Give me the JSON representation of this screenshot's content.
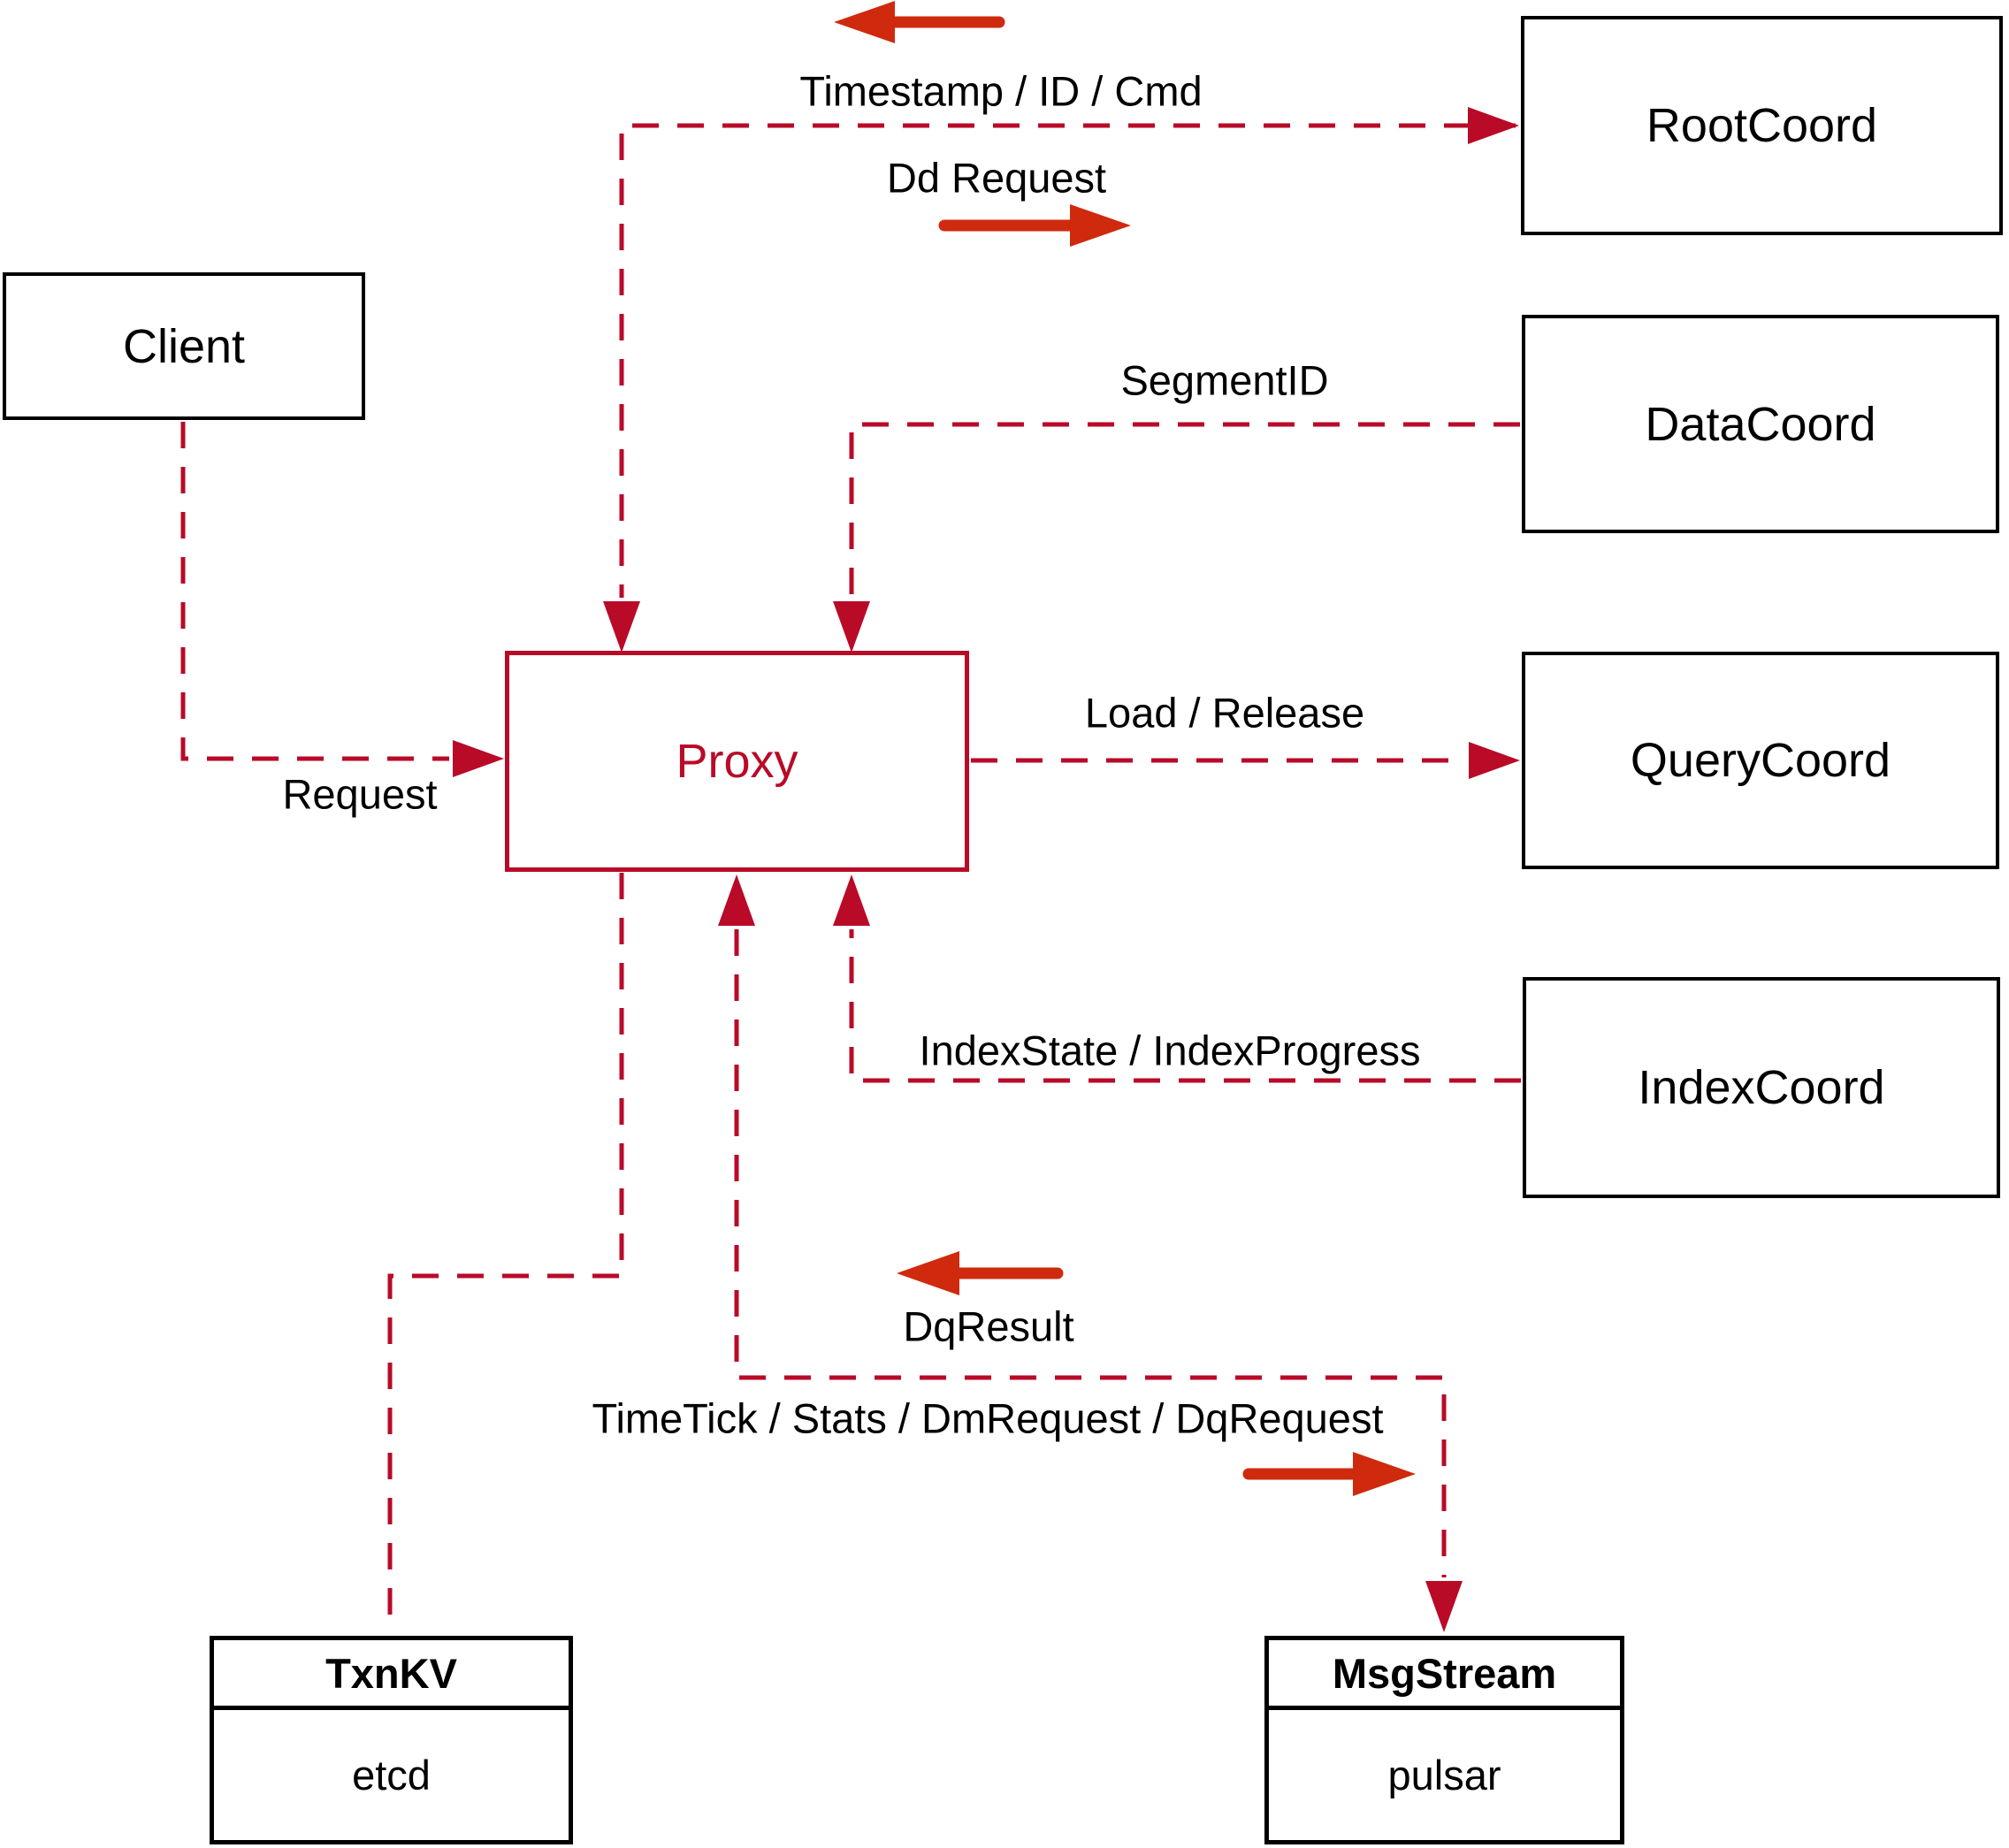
{
  "diagram": {
    "nodes": {
      "client": {
        "label": "Client"
      },
      "proxy": {
        "label": "Proxy"
      },
      "root_coord": {
        "label": "RootCoord"
      },
      "data_coord": {
        "label": "DataCoord"
      },
      "query_coord": {
        "label": "QueryCoord"
      },
      "index_coord": {
        "label": "IndexCoord"
      },
      "txn_kv": {
        "title": "TxnKV",
        "implementation": "etcd"
      },
      "msg_stream": {
        "title": "MsgStream",
        "implementation": "pulsar"
      }
    },
    "edge_labels": {
      "root_to_proxy": "Timestamp / ID / Cmd",
      "proxy_to_root": "Dd Request",
      "data_to_proxy": "SegmentID",
      "proxy_to_query": "Load / Release",
      "client_to_proxy": "Request",
      "index_to_proxy": "IndexState / IndexProgress",
      "msg_to_proxy": "DqResult",
      "proxy_to_msg": "TimeTick / Stats / DmRequest / DqRequest"
    },
    "colors": {
      "line": "#b90a28",
      "arrow": "#cf2a0e",
      "text": "#000000",
      "border": "#000000",
      "background": "#ffffff"
    }
  }
}
